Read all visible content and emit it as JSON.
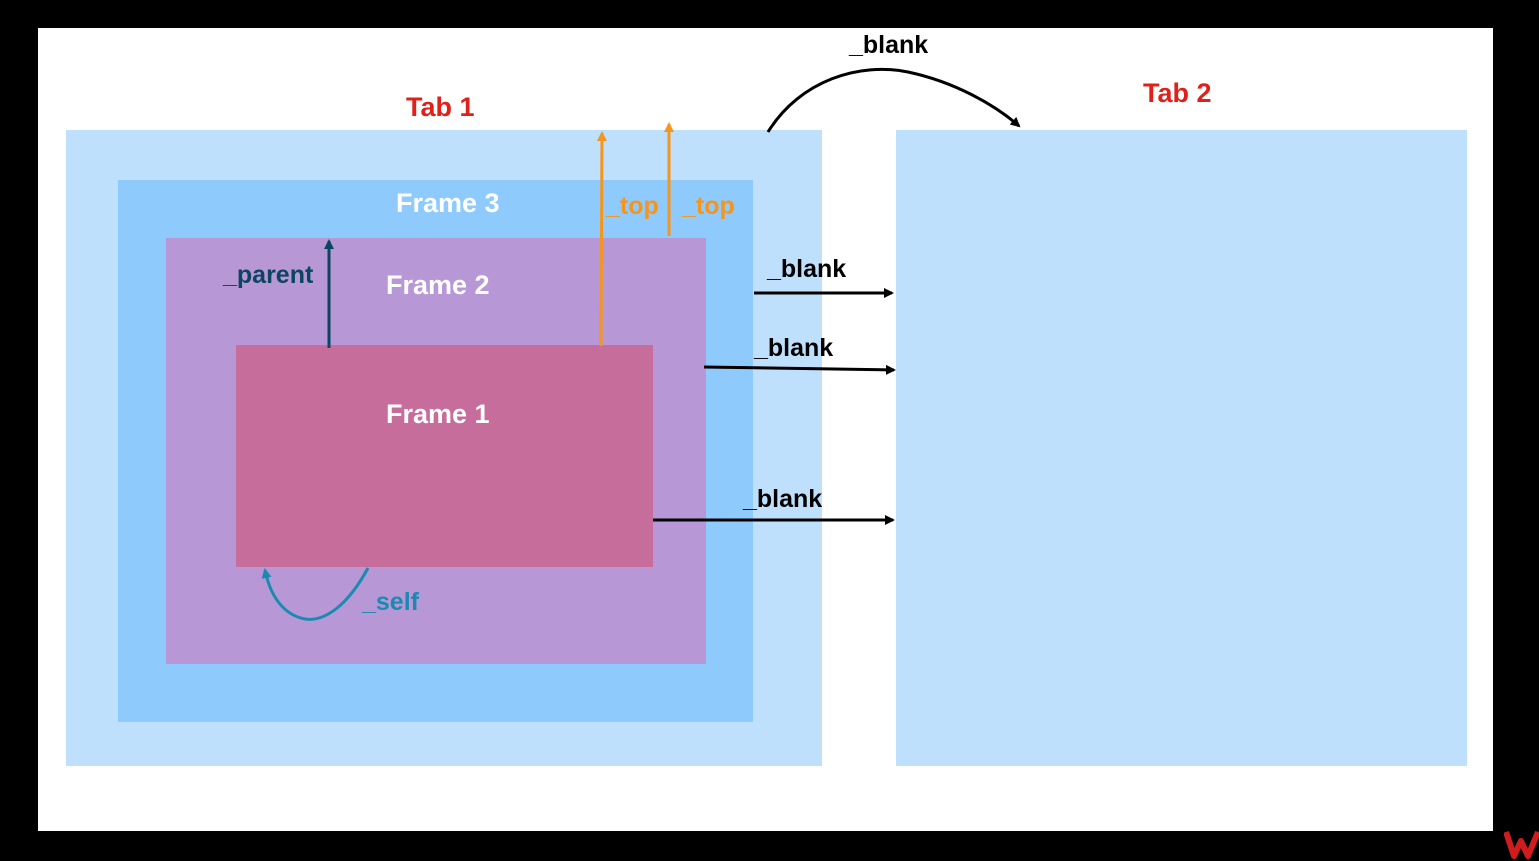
{
  "labels": {
    "tab1": "Tab 1",
    "tab2": "Tab 2",
    "frame3": "Frame 3",
    "frame2": "Frame 2",
    "frame1": "Frame 1",
    "parent": "_parent",
    "top_a": "_top",
    "top_b": "_top",
    "self": "_self",
    "blank_tab": "_blank",
    "blank_frame3": "_blank",
    "blank_frame2": "_blank",
    "blank_frame1": "_blank"
  },
  "colors": {
    "background": "#000000",
    "slide": "#ffffff",
    "tab_fill": "#bfe0fc",
    "frame3_fill": "#8fcafd",
    "frame2_fill": "#b897d6",
    "frame1_fill": "#c76d9b",
    "tab_label": "#e0211a",
    "frame_label": "#ffffff",
    "parent_arrow": "#0b4560",
    "top_arrow": "#f5951e",
    "self_arrow": "#1b8ab0",
    "blank_arrow": "#000000",
    "logo": "#d01c1c"
  }
}
